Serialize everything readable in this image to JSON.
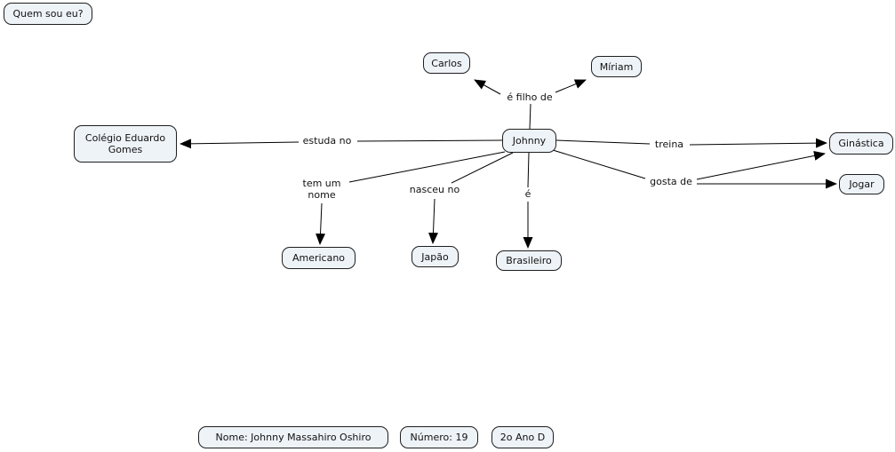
{
  "style": {
    "background": "#ffffff",
    "node_fill": "#eef3f8",
    "node_border": "#1f1f1f",
    "line_color": "#000000",
    "text_color": "#111111"
  },
  "title_box": {
    "label": "Quem sou eu?"
  },
  "nodes": {
    "carlos": {
      "label": "Carlos"
    },
    "miriam": {
      "label": "Míriam"
    },
    "johnny": {
      "label": "Johnny"
    },
    "colegio": {
      "label": "Colégio Eduardo Gomes"
    },
    "ginastica": {
      "label": "Ginástica"
    },
    "jogar": {
      "label": "Jogar"
    },
    "americano": {
      "label": "Americano"
    },
    "japao": {
      "label": "Japão"
    },
    "brasileiro": {
      "label": "Brasileiro"
    }
  },
  "link_labels": {
    "e_filho_de": "é filho de",
    "estuda_no": "estuda no",
    "treina": "treina",
    "gosta_de": "gosta de",
    "tem_um_nome": "tem um nome",
    "nasceu_no": "nasceu no",
    "e": "é"
  },
  "edges": [
    {
      "from": "Johnny",
      "label": "é filho de",
      "to": "Carlos"
    },
    {
      "from": "Johnny",
      "label": "é filho de",
      "to": "Míriam"
    },
    {
      "from": "Johnny",
      "label": "estuda no",
      "to": "Colégio Eduardo Gomes"
    },
    {
      "from": "Johnny",
      "label": "treina",
      "to": "Ginástica"
    },
    {
      "from": "Johnny",
      "label": "gosta de",
      "to": "Ginástica"
    },
    {
      "from": "Johnny",
      "label": "gosta de",
      "to": "Jogar"
    },
    {
      "from": "Johnny",
      "label": "tem um nome",
      "to": "Americano"
    },
    {
      "from": "Johnny",
      "label": "nasceu no",
      "to": "Japão"
    },
    {
      "from": "Johnny",
      "label": "é",
      "to": "Brasileiro"
    }
  ],
  "footer": {
    "nome": "Nome: Johnny Massahiro Oshiro",
    "numero": "Número: 19",
    "turma": "2o Ano D"
  }
}
